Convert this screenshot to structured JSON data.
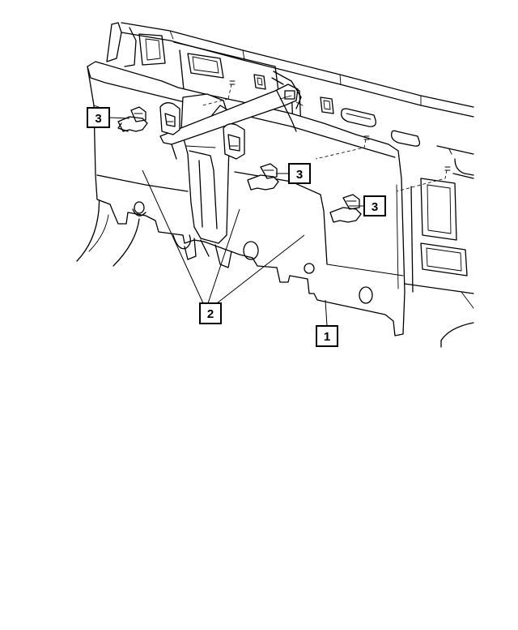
{
  "callouts": [
    {
      "id": "callout-1",
      "label": "1"
    },
    {
      "id": "callout-2",
      "label": "2"
    },
    {
      "id": "callout-3a",
      "label": "3"
    },
    {
      "id": "callout-3b",
      "label": "3"
    },
    {
      "id": "callout-3c",
      "label": "3"
    }
  ]
}
